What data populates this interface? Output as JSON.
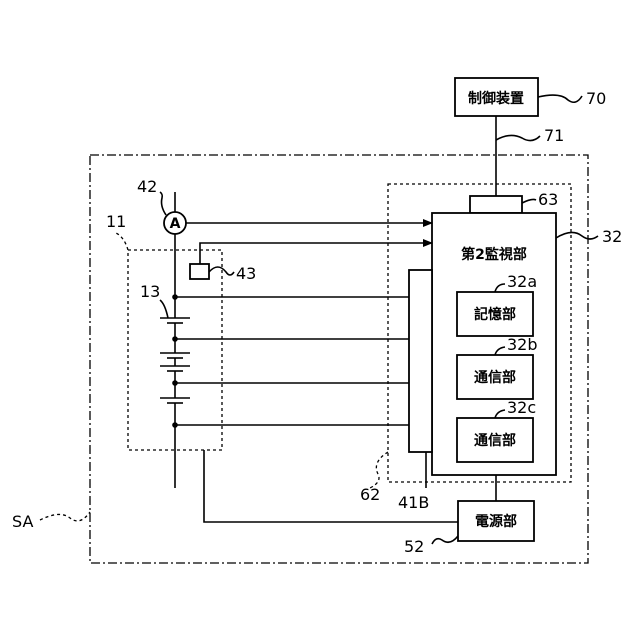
{
  "labels": {
    "control_device_ref": "70",
    "signal_line_ref": "71",
    "connector_ref": "63",
    "monitor_ref": "32",
    "storage_ref": "32a",
    "comm1_ref": "32b",
    "comm2_ref": "32c",
    "ammeter_ref": "42",
    "sensor_ref": "43",
    "battery_module_ref": "11",
    "cell_ref": "13",
    "board_ref": "62",
    "harness_ref": "41B",
    "power_ref": "52",
    "system_ref": "SA",
    "ammeter_symbol": "A"
  },
  "boxes": {
    "control_device": "制御装置",
    "monitor": "第2監視部",
    "storage": "記憶部",
    "comm1": "通信部",
    "comm2": "通信部",
    "power": "電源部"
  }
}
